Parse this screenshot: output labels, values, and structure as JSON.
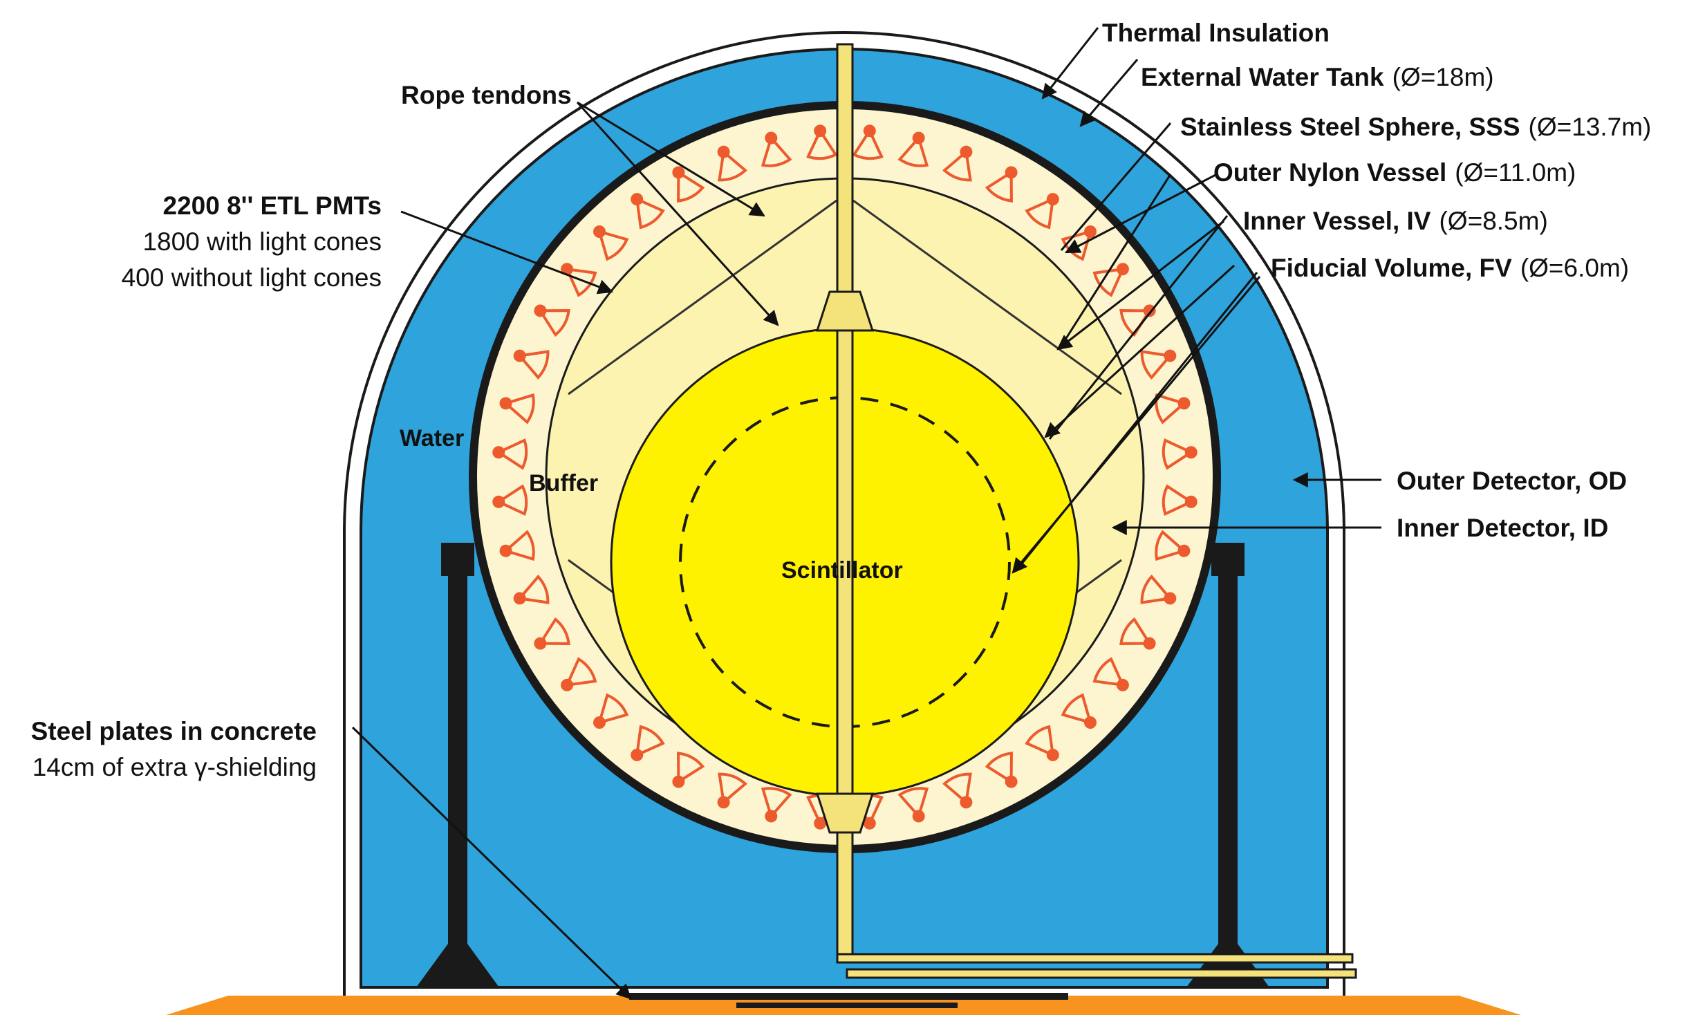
{
  "labels": {
    "thermal_insulation": "Thermal Insulation",
    "external_water_tank": {
      "name": "External Water Tank",
      "dim": "(Ø=18m)"
    },
    "sss": {
      "name": "Stainless Steel Sphere, SSS",
      "dim": "(Ø=13.7m)"
    },
    "onv": {
      "name": "Outer Nylon Vessel",
      "dim": "(Ø=11.0m)"
    },
    "iv": {
      "name": "Inner Vessel, IV",
      "dim": "(Ø=8.5m)"
    },
    "fv": {
      "name": "Fiducial Volume, FV",
      "dim": "(Ø=6.0m)"
    },
    "outer_detector": "Outer Detector, OD",
    "inner_detector": "Inner Detector, ID",
    "rope_tendons": "Rope tendons",
    "pmts": {
      "title": "2200 8'' ETL PMTs",
      "line1": "1800 with light cones",
      "line2": "400 without light cones"
    },
    "steel_plates": {
      "title": "Steel plates in concrete",
      "line1": "14cm of extra γ-shielding"
    },
    "water": "Water",
    "buffer": "Buffer",
    "scintillator": "Scintillator"
  },
  "colors": {
    "water": "#2fa3dc",
    "buffer_outer": "#fcf5cf",
    "buffer_inner": "#fdf3b0",
    "scintillator": "#fff200",
    "pmt": "#ec5a2e",
    "ground": "#f7931e",
    "structure": "#1a1a1a",
    "pipe": "#f4e27a"
  }
}
